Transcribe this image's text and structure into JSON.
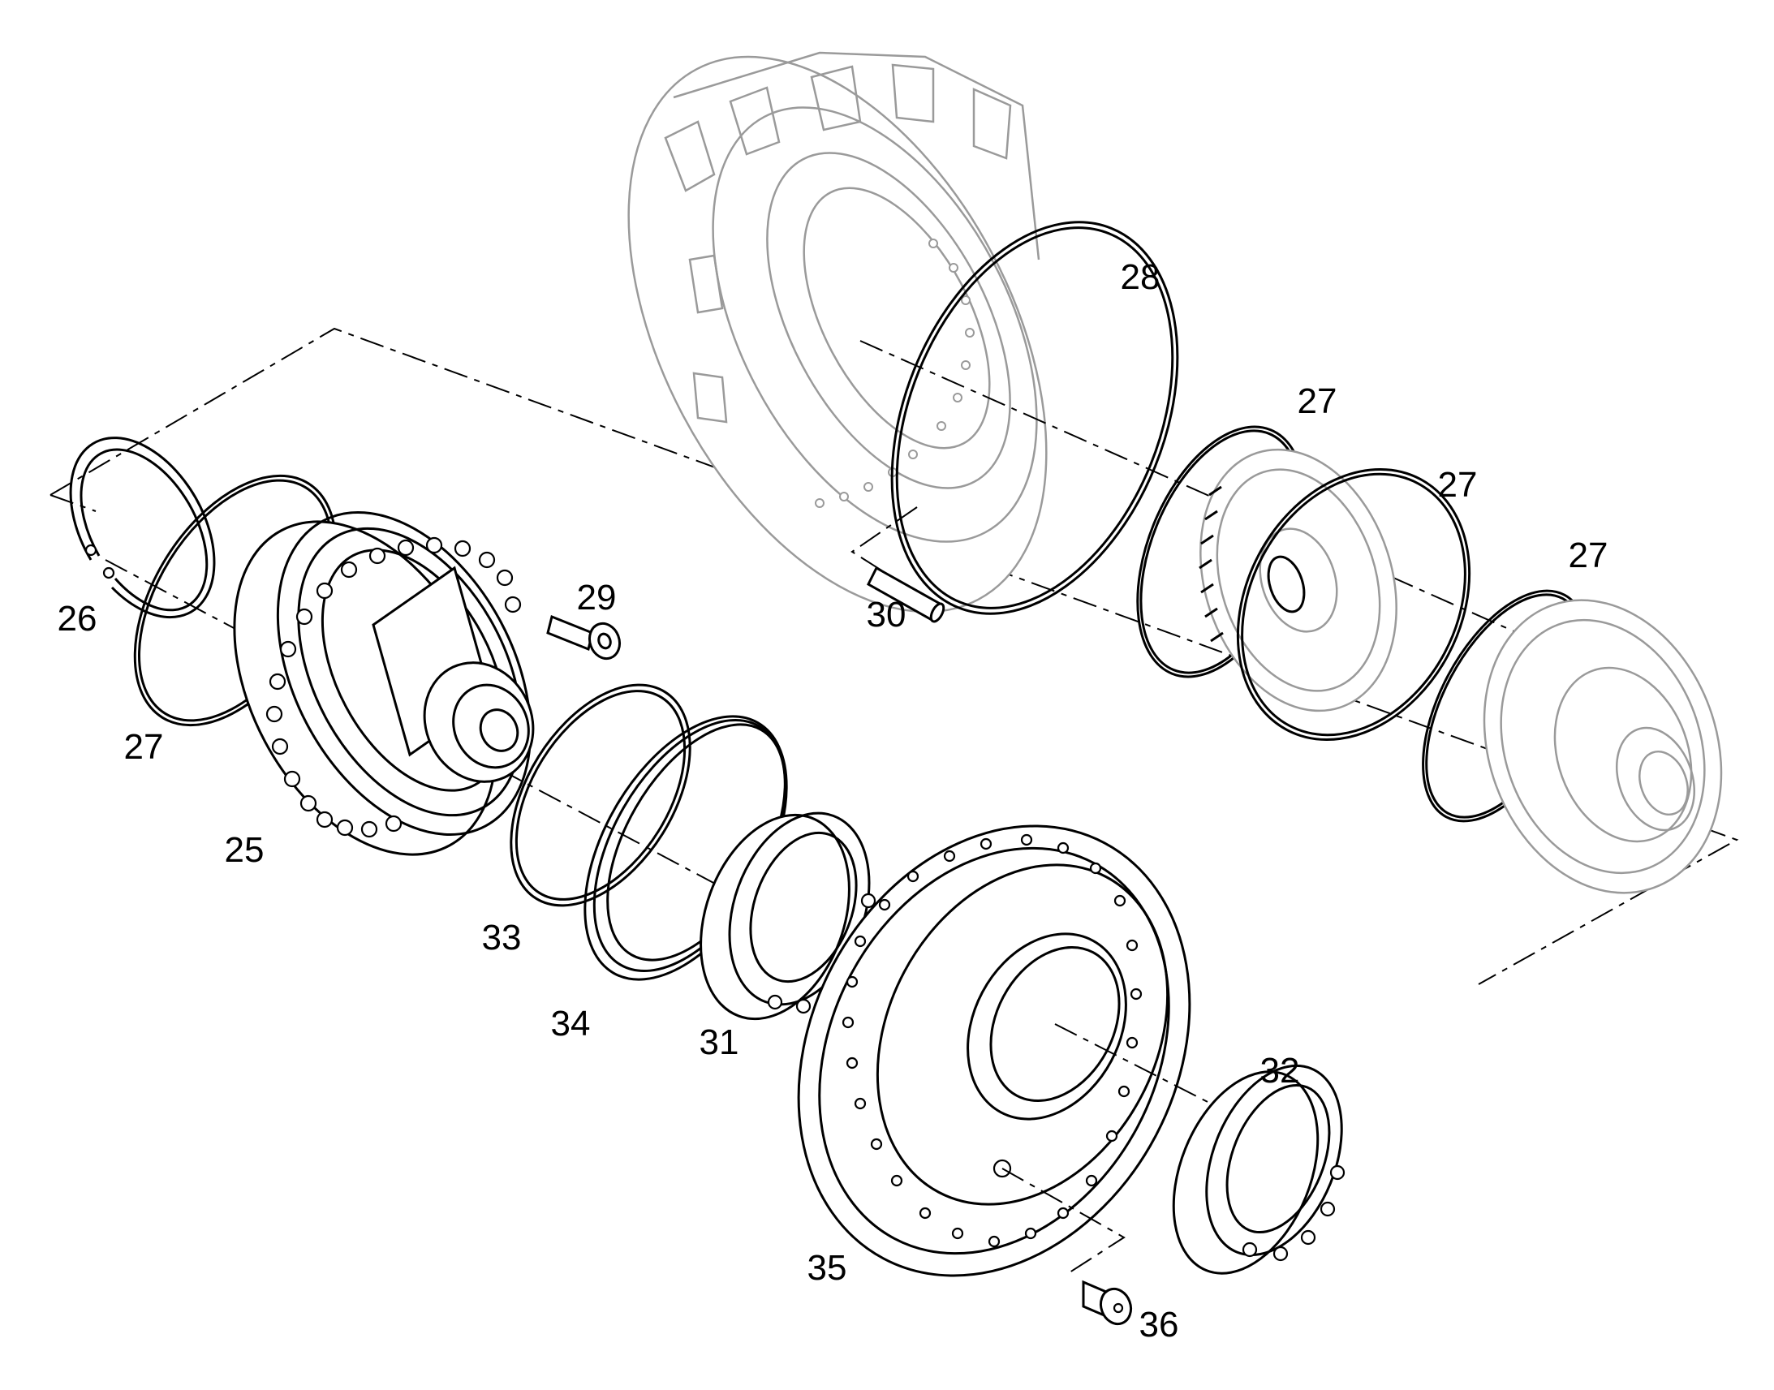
{
  "callouts": {
    "p25": "25",
    "p26": "26",
    "p27a": "27",
    "p27b": "27",
    "p27c": "27",
    "p27d": "27",
    "p28": "28",
    "p29": "29",
    "p30": "30",
    "p31": "31",
    "p32": "32",
    "p33": "33",
    "p34": "34",
    "p35": "35",
    "p36": "36"
  },
  "colors": {
    "line": "#000000",
    "ghost_line": "#9a9a9a",
    "background": "#ffffff"
  }
}
